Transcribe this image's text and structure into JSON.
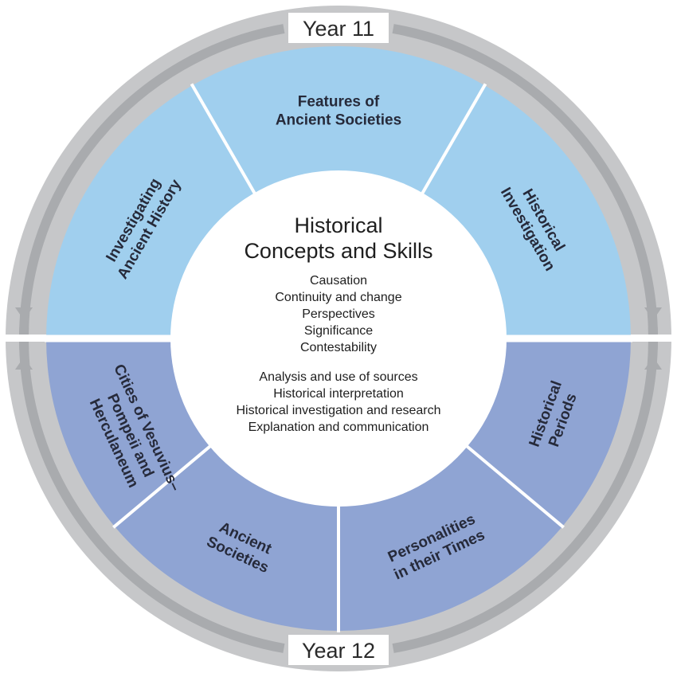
{
  "colors": {
    "outer_ring": "#c6c7c9",
    "inner_track": "#a9abae",
    "year11_fill": "#a0cfee",
    "year12_fill": "#8fa4d3",
    "divider": "#ffffff",
    "center_fill": "#ffffff",
    "text": "#262a3a"
  },
  "rings": {
    "top_label": "Year 11",
    "bottom_label": "Year 12"
  },
  "segments_top": [
    {
      "lines": [
        "Investigating",
        "Ancient History"
      ]
    },
    {
      "lines": [
        "Features of",
        "Ancient Societies"
      ]
    },
    {
      "lines": [
        "Historical",
        "Investigation"
      ]
    }
  ],
  "segments_bottom": [
    {
      "lines": [
        "Cities of Vesuvius–",
        "Pompeii and",
        "Herculaneum"
      ]
    },
    {
      "lines": [
        "Ancient",
        "Societies"
      ]
    },
    {
      "lines": [
        "Personalities",
        "in their Times"
      ]
    },
    {
      "lines": [
        "Historical",
        "Periods"
      ]
    }
  ],
  "center": {
    "title_lines": [
      "Historical",
      "Concepts and Skills"
    ],
    "concepts": [
      "Causation",
      "Continuity and change",
      "Perspectives",
      "Significance",
      "Contestability"
    ],
    "skills": [
      "Analysis and use of sources",
      "Historical interpretation",
      "Historical investigation and research",
      "Explanation and communication"
    ]
  },
  "icons": [
    "down-arrow-icon",
    "up-arrow-icon"
  ]
}
